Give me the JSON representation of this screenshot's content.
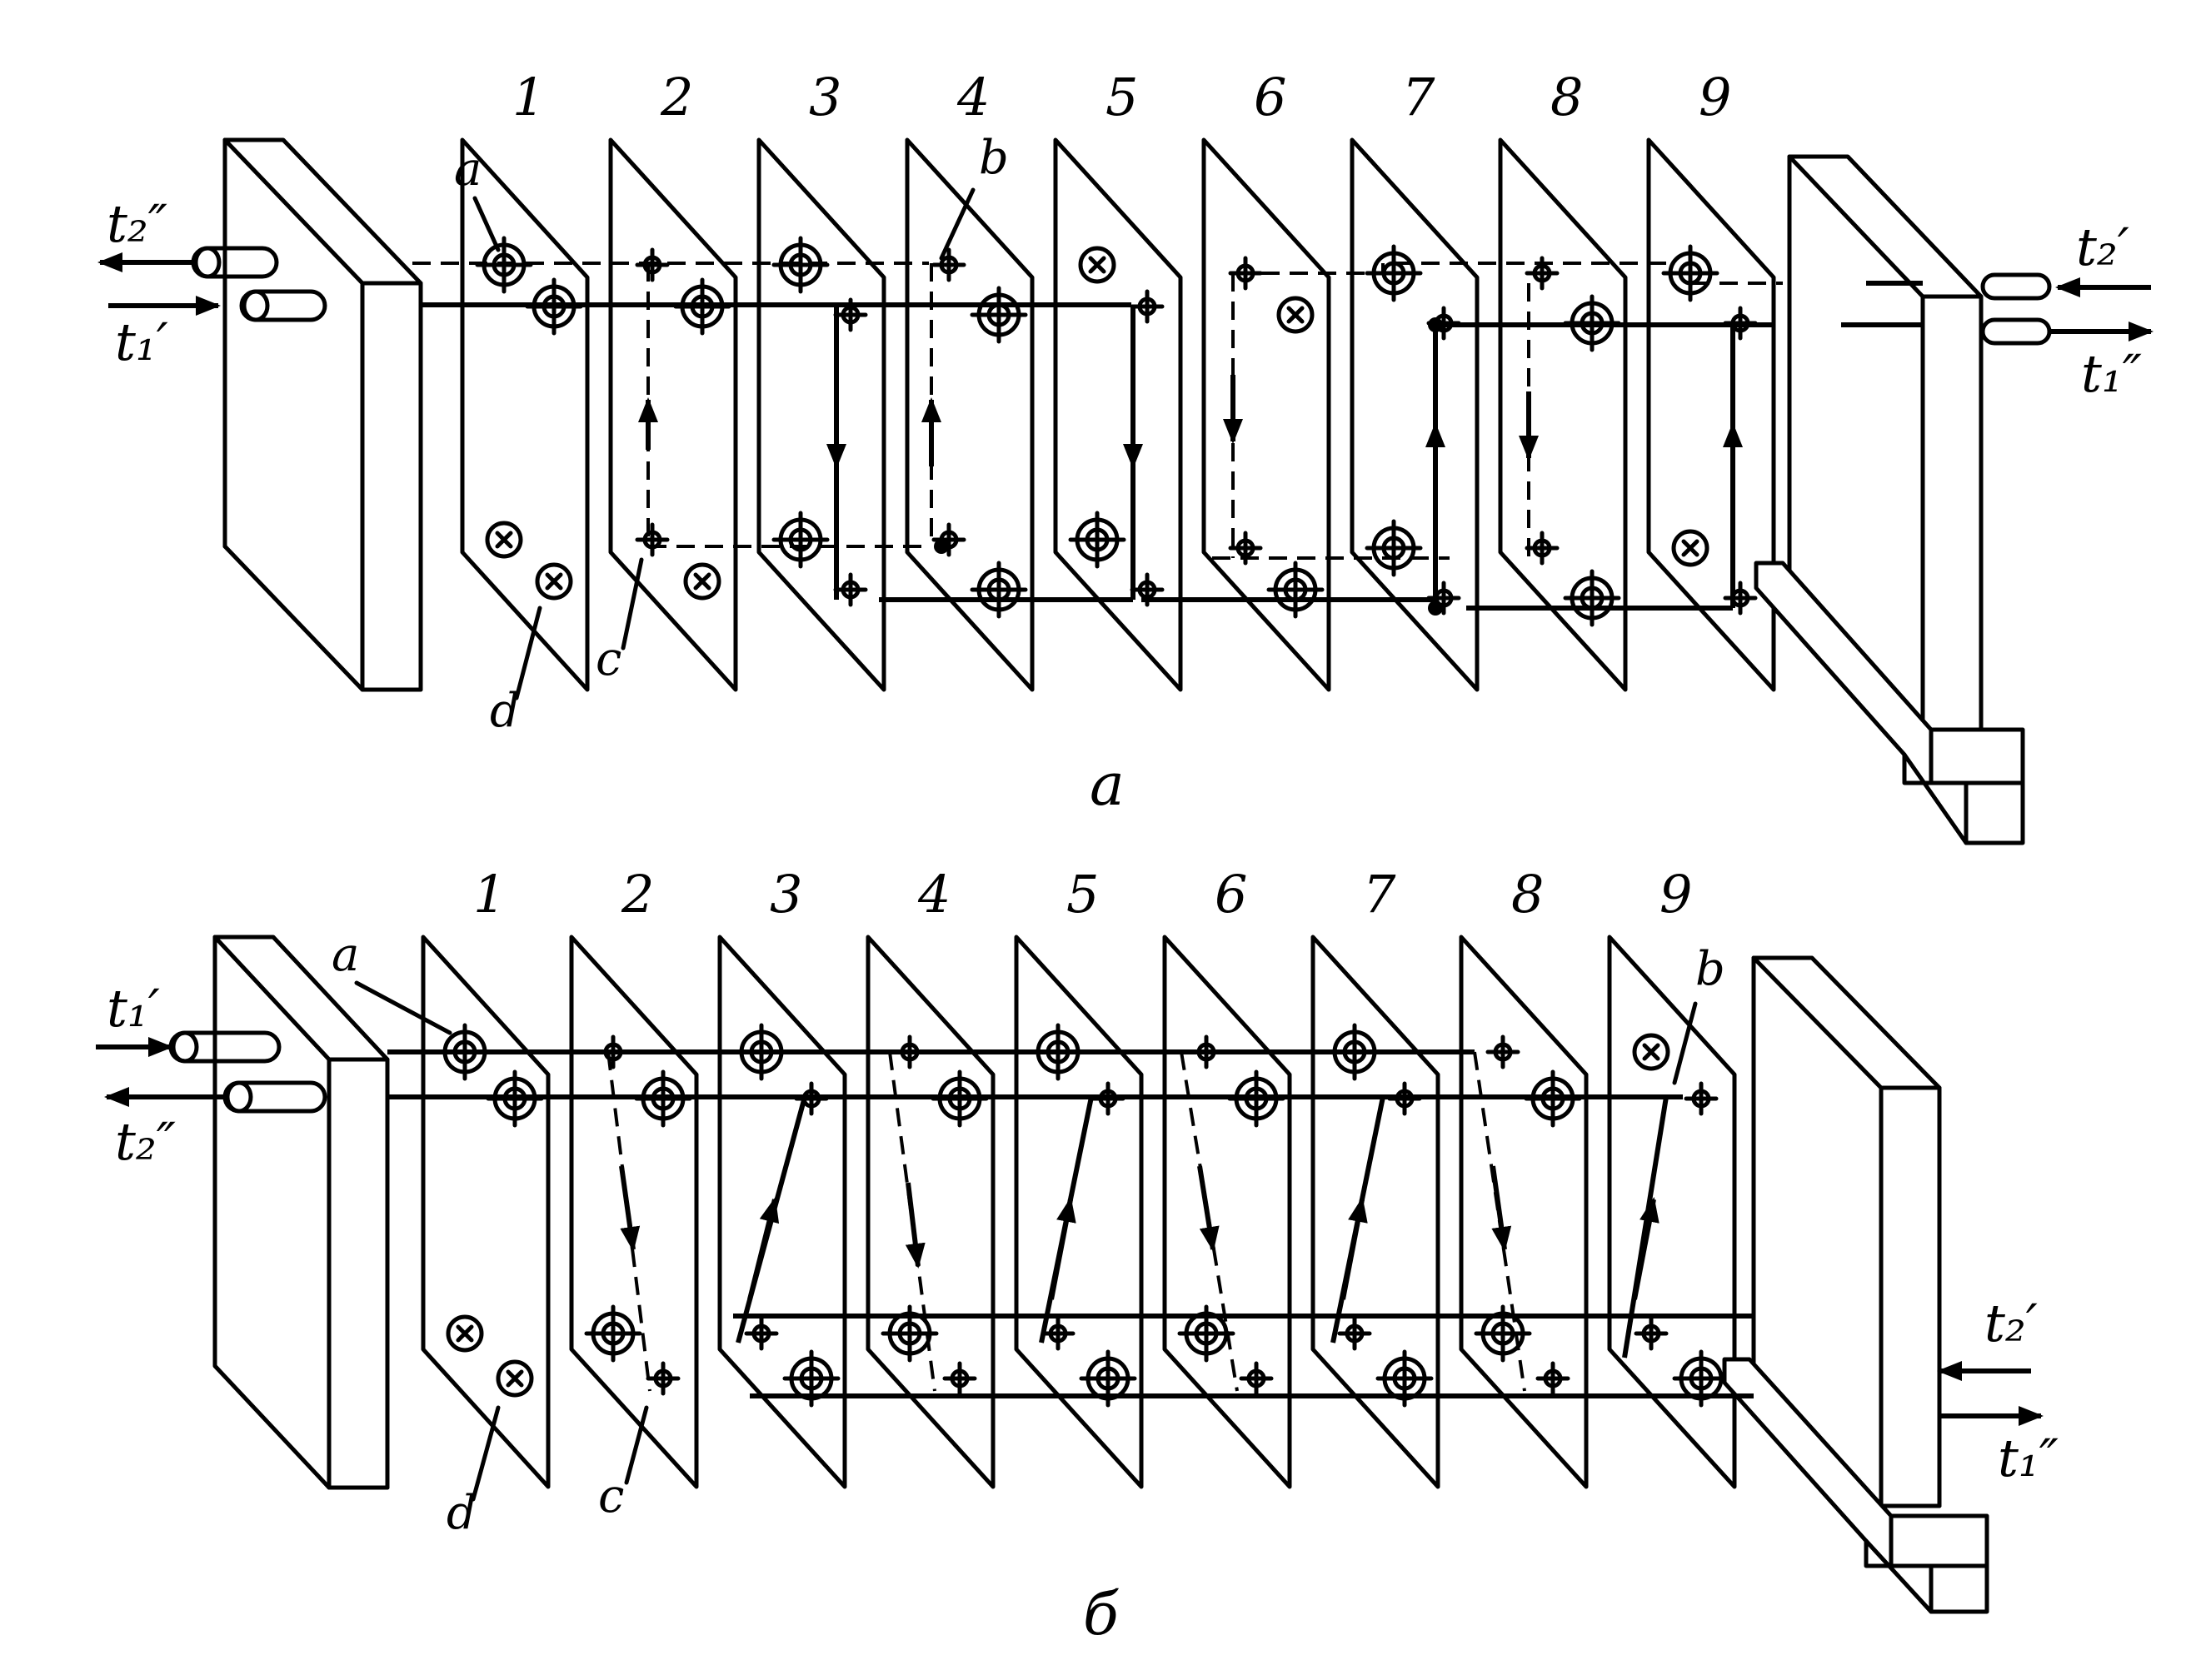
{
  "figures": [
    {
      "caption": "а",
      "plate_numbers": [
        "1",
        "2",
        "3",
        "4",
        "5",
        "6",
        "7",
        "8",
        "9"
      ],
      "port_labels": {
        "a": "a",
        "b": "b",
        "c": "c",
        "d": "d"
      },
      "streams": {
        "t2_out": "t₂″",
        "t1_in": "t₁′",
        "t2_in": "t₂′",
        "t1_out": "t₁″"
      }
    },
    {
      "caption": "б",
      "plate_numbers": [
        "1",
        "2",
        "3",
        "4",
        "5",
        "6",
        "7",
        "8",
        "9"
      ],
      "port_labels": {
        "a": "a",
        "b": "b",
        "c": "c",
        "d": "d"
      },
      "streams": {
        "t1_in": "t₁′",
        "t2_out": "t₂″",
        "t2_in": "t₂′",
        "t1_out": "t₁″"
      }
    }
  ]
}
